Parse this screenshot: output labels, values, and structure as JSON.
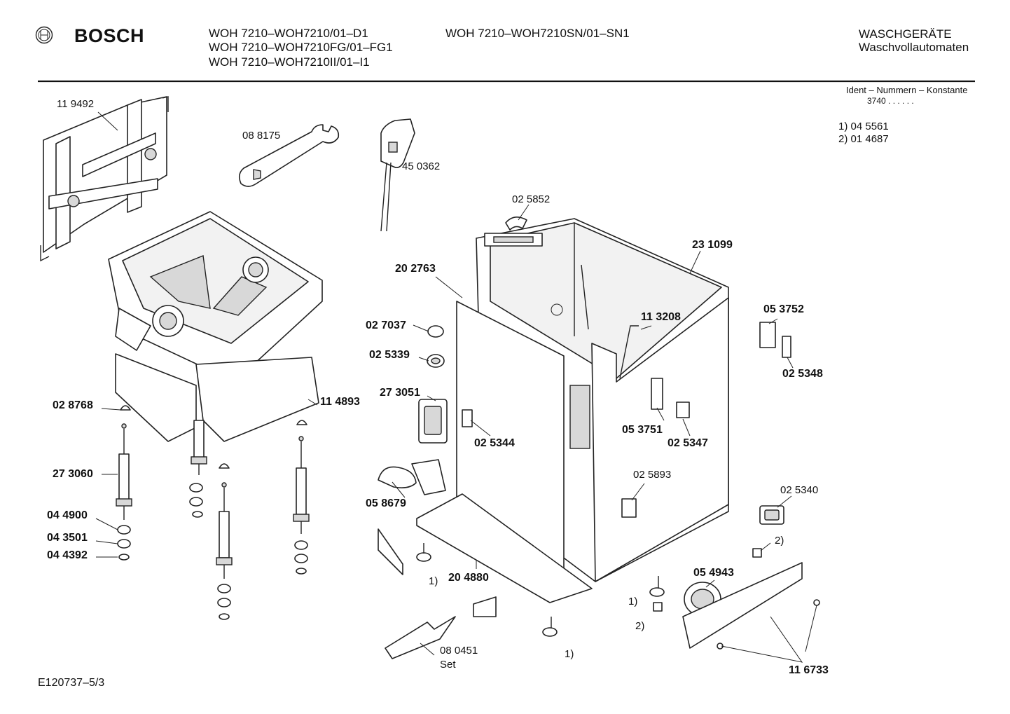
{
  "header": {
    "brand": "BOSCH",
    "models_col1": [
      "WOH 7210–WOH7210/01–D1",
      "WOH 7210–WOH7210FG/01–FG1",
      "WOH 7210–WOH7210II/01–I1"
    ],
    "models_col2": [
      "WOH 7210–WOH7210SN/01–SN1"
    ],
    "category_1": "WASCHGERÄTE",
    "category_2": "Waschvollautomaten"
  },
  "ident": {
    "title": "Ident – Nummern – Konstante",
    "value": "3740  .  .  .  .  .  .",
    "notes": [
      "1)  04 5561",
      "2)  01 4687"
    ]
  },
  "footer": {
    "code": "E120737–5/3"
  },
  "parts": {
    "p119492": "11 9492",
    "p088175": "08 8175",
    "p450362": "45 0362",
    "p025852": "02 5852",
    "p231099": "23 1099",
    "p202763": "20 2763",
    "p027037": "02 7037",
    "p025339": "02 5339",
    "p113208": "11 3208",
    "p053752": "05 3752",
    "p025348": "02 5348",
    "p028768": "02 8768",
    "p114893": "11 4893",
    "p273051": "27 3051",
    "p025344": "02 5344",
    "p053751": "05 3751",
    "p025347": "02 5347",
    "p273060": "27 3060",
    "p025893": "02 5893",
    "p058679": "05 8679",
    "p025340": "02 5340",
    "p044900": "04 4900",
    "p043501": "04 3501",
    "p044392": "04 4392",
    "p204880": "20 4880",
    "p054943": "05 4943",
    "p080451": "08 0451",
    "p080451_set": "Set",
    "p116733": "11 6733",
    "note1": "1)",
    "note2": "2)"
  }
}
